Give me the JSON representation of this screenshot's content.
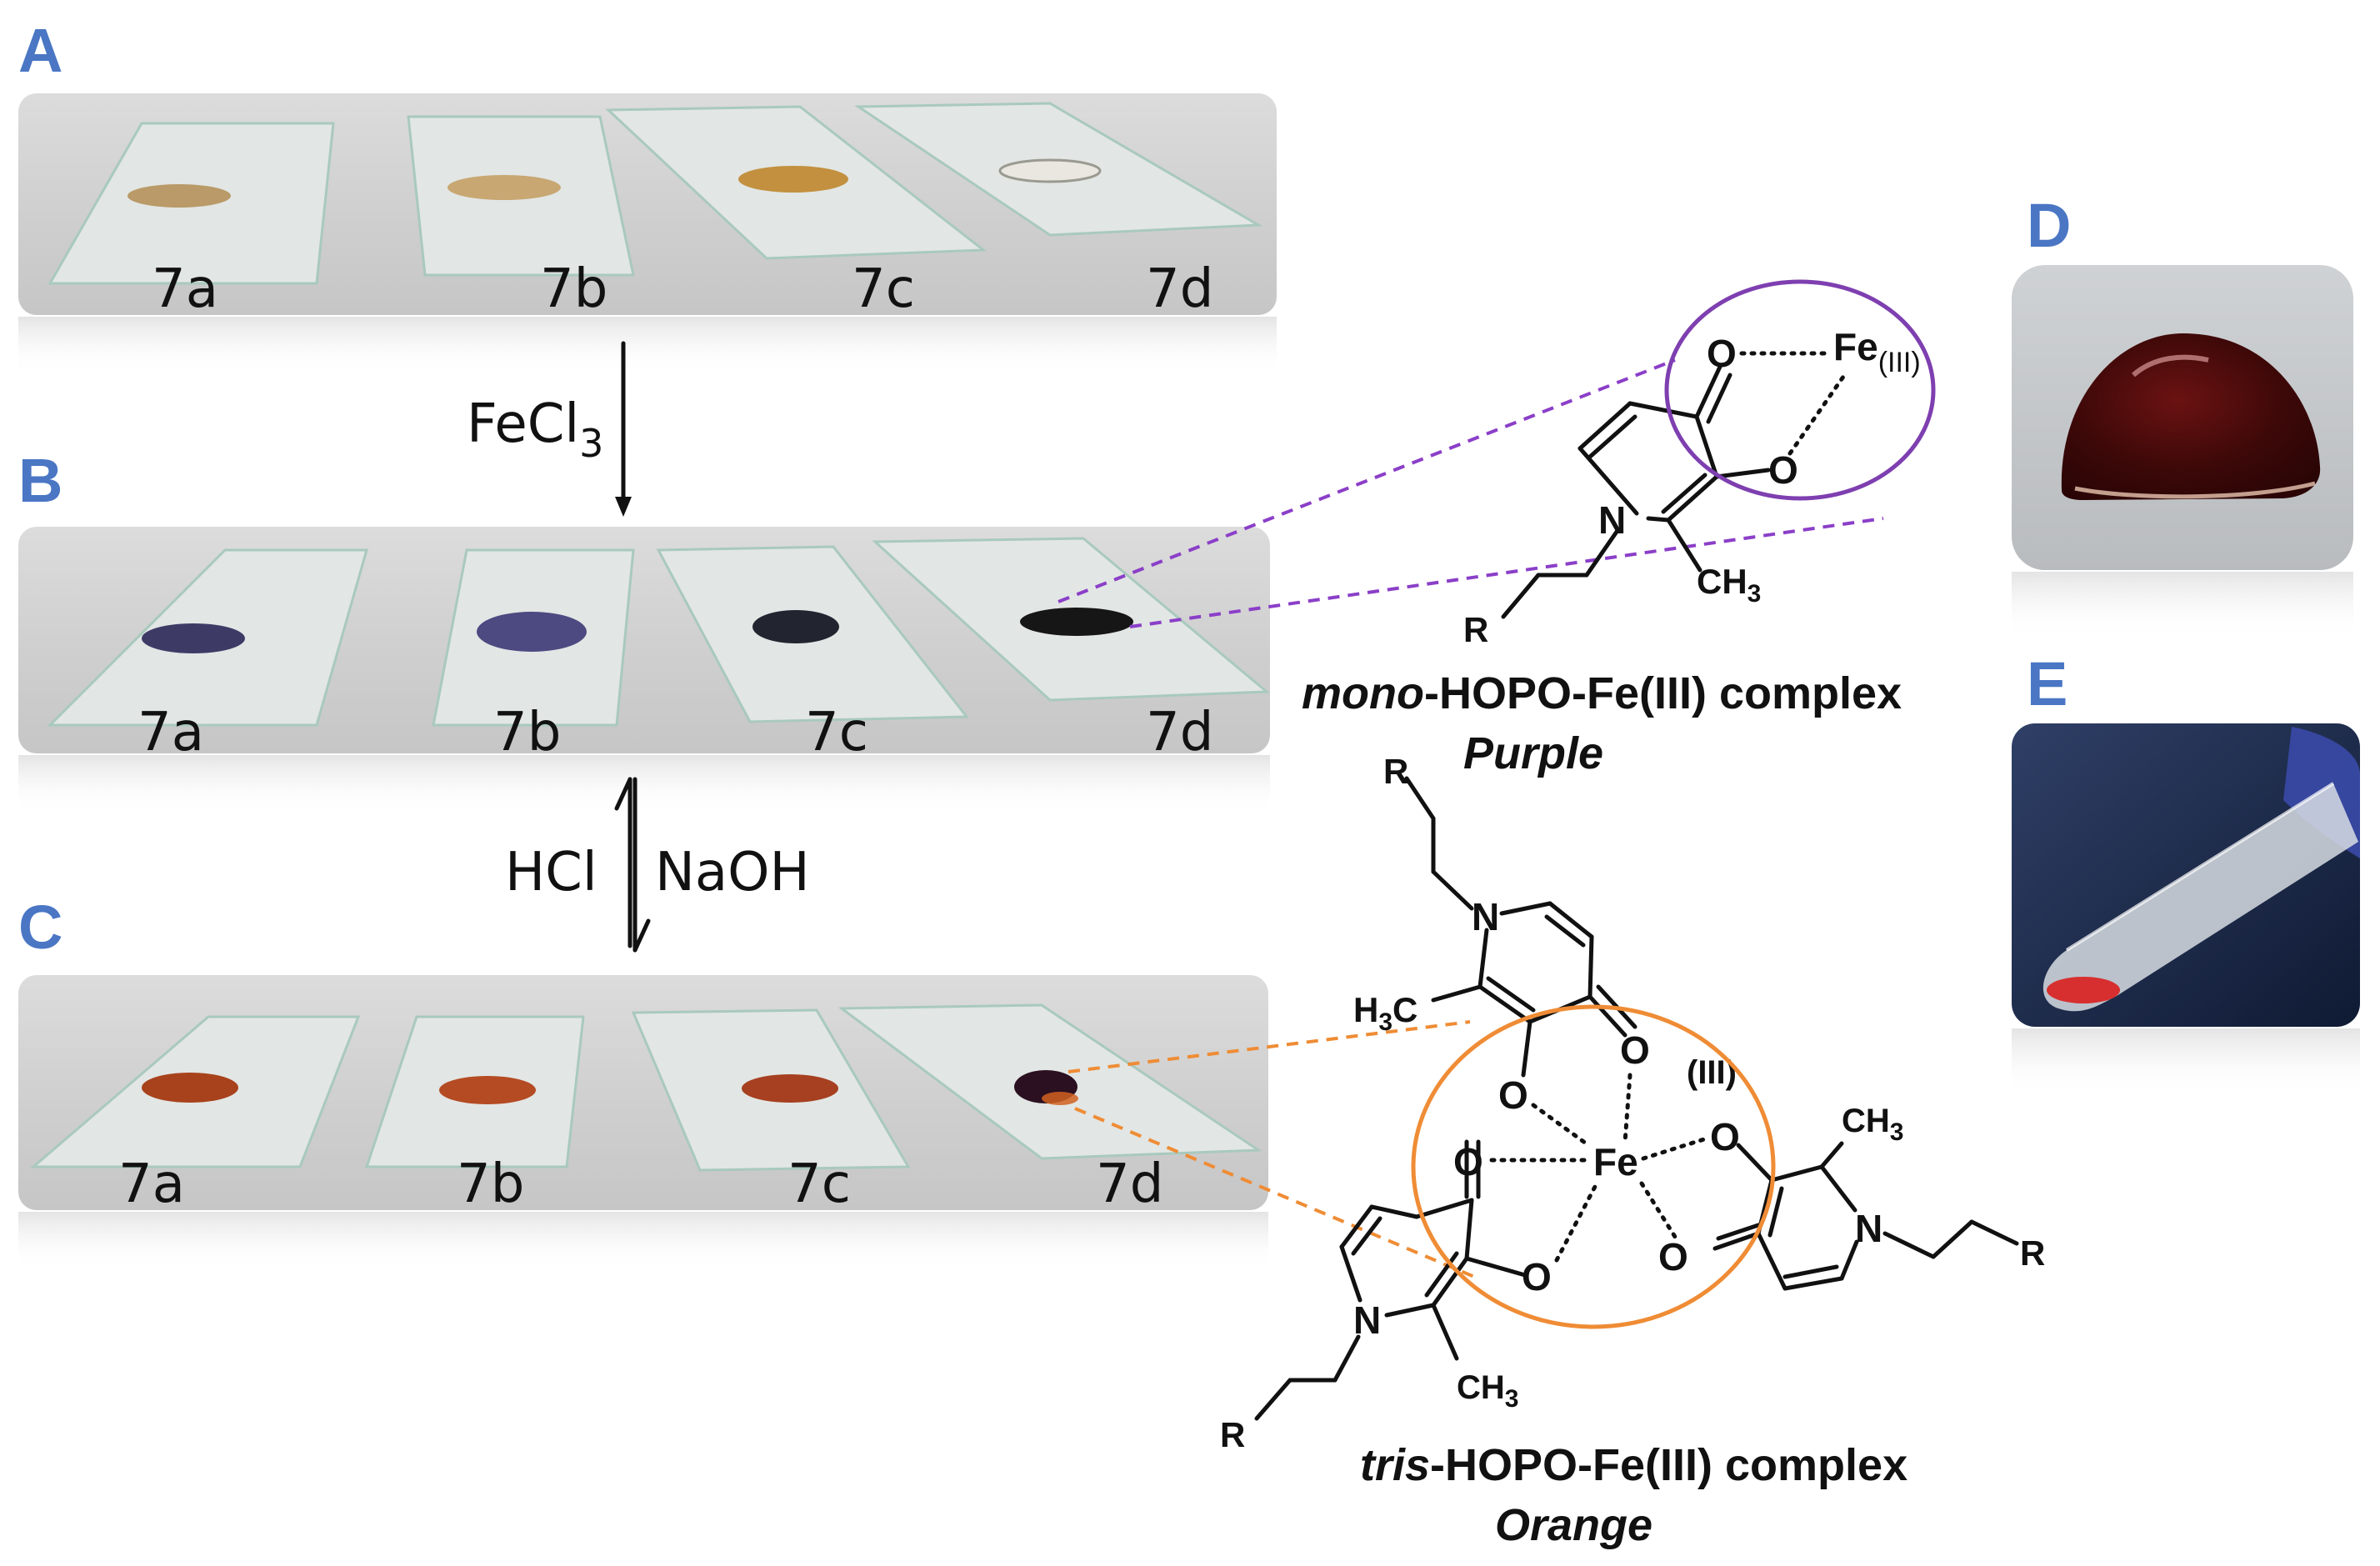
{
  "panels": {
    "a": {
      "letter": "A",
      "labels": [
        "7a",
        "7b",
        "7c",
        "7d"
      ]
    },
    "b": {
      "letter": "B",
      "labels": [
        "7a",
        "7b",
        "7c",
        "7d"
      ]
    },
    "c": {
      "letter": "C",
      "labels": [
        "7a",
        "7b",
        "7c",
        "7d"
      ]
    },
    "d": {
      "letter": "D"
    },
    "e": {
      "letter": "E"
    }
  },
  "reagents": {
    "fecl3_main": "FeCl",
    "fecl3_sub": "3",
    "hcl": "HCl",
    "naoh": "NaOH"
  },
  "mono": {
    "caption_italic": "mono",
    "caption_rest": "-HOPO-Fe(III) complex",
    "color_name": "Purple",
    "color_hex": "#7e22ce"
  },
  "tris": {
    "caption_italic": "tris",
    "caption_rest": "-HOPO-Fe(III) complex",
    "color_name": "Orange",
    "color_hex": "#ef8c35"
  },
  "atoms": {
    "O": "O",
    "N": "N",
    "R": "R",
    "Fe": "Fe",
    "ox": "(III)",
    "CH": "CH",
    "H": "H",
    "C": "C",
    "three": "3"
  },
  "colors": {
    "letter": "#4a76c4",
    "purple_drop": "#3b3a66",
    "orange_drop": "#a8421c"
  }
}
